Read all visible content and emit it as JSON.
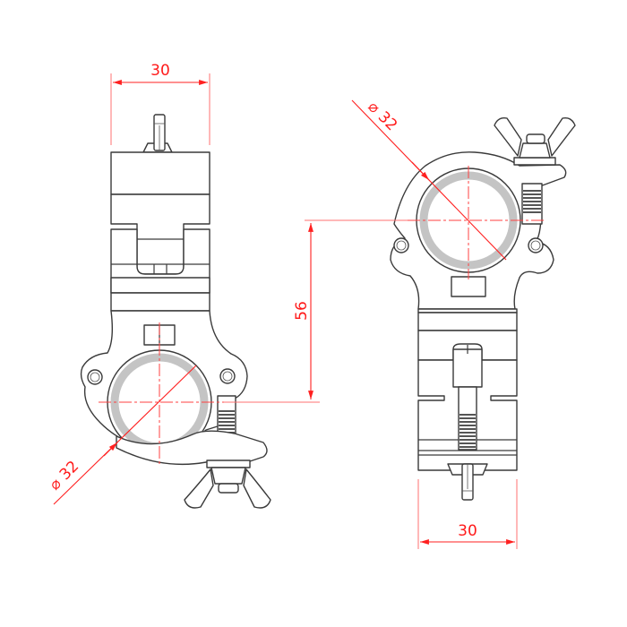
{
  "drawing": {
    "type": "technical-dimension-drawing",
    "subject": "half coupler clamp with wing nut",
    "units": "mm",
    "colors": {
      "outline": "#3a3a3a",
      "dimension": "#ff2020",
      "tube_ring": "#c4c4c4",
      "background": "#ffffff"
    },
    "views": {
      "left": {
        "name": "side view (clamp at bottom)",
        "width_dim": {
          "label": "30",
          "value": 30
        },
        "diameter_dim": {
          "label": "32",
          "symbol": "⌀",
          "value": 32
        }
      },
      "right": {
        "name": "side view (clamp at top)",
        "width_dim": {
          "label": "30",
          "value": 30
        },
        "diameter_dim": {
          "label": "32",
          "symbol": "⌀",
          "value": 32
        },
        "center_distance_dim": {
          "label": "56",
          "value": 56
        }
      }
    }
  }
}
